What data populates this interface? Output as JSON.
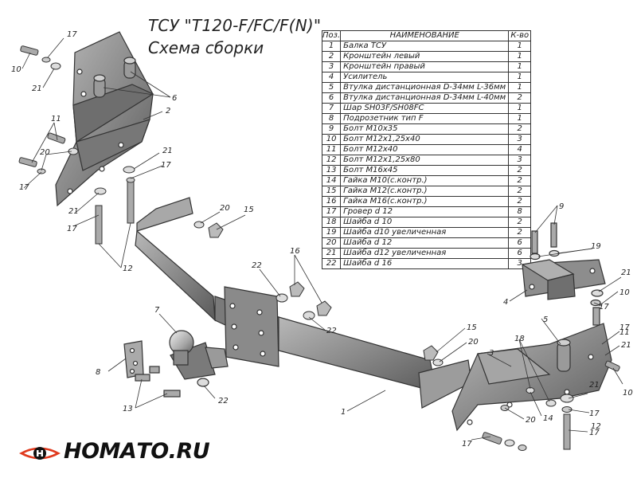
{
  "title": "ТСУ \"T120-F/FC/F(N)\"",
  "subtitle": "Схема сборки",
  "table": {
    "headers": {
      "pos": "Поз.",
      "name": "НАИМЕНОВАНИЕ",
      "qty": "К-во"
    },
    "rows": [
      {
        "pos": "1",
        "name": "Балка ТСУ",
        "qty": "1"
      },
      {
        "pos": "2",
        "name": "Кронштейн левый",
        "qty": "1"
      },
      {
        "pos": "3",
        "name": "Кронштейн правый",
        "qty": "1"
      },
      {
        "pos": "4",
        "name": "Усилитель",
        "qty": "1"
      },
      {
        "pos": "5",
        "name": "Втулка дистанционная D-34мм L-36мм",
        "qty": "1"
      },
      {
        "pos": "6",
        "name": "Втулка дистанционная D-34мм L-40мм",
        "qty": "2"
      },
      {
        "pos": "7",
        "name": "Шар SH03F/SH08FC",
        "qty": "1"
      },
      {
        "pos": "8",
        "name": "Подрозетник тип F",
        "qty": "1"
      },
      {
        "pos": "9",
        "name": "Болт М10х35",
        "qty": "2"
      },
      {
        "pos": "10",
        "name": "Болт М12х1,25х40",
        "qty": "3"
      },
      {
        "pos": "11",
        "name": "Болт М12х40",
        "qty": "4"
      },
      {
        "pos": "12",
        "name": "Болт М12х1,25х80",
        "qty": "3"
      },
      {
        "pos": "13",
        "name": "Болт М16х45",
        "qty": "2"
      },
      {
        "pos": "14",
        "name": "Гайка М10(с.контр.)",
        "qty": "2"
      },
      {
        "pos": "15",
        "name": "Гайка М12(с.контр.)",
        "qty": "2"
      },
      {
        "pos": "16",
        "name": "Гайка М16(с.контр.)",
        "qty": "2"
      },
      {
        "pos": "17",
        "name": "Гровер d 12",
        "qty": "8"
      },
      {
        "pos": "18",
        "name": "Шайба d 10",
        "qty": "2"
      },
      {
        "pos": "19",
        "name": "Шайба d10 увеличенная",
        "qty": "2"
      },
      {
        "pos": "20",
        "name": "Шайба d 12",
        "qty": "6"
      },
      {
        "pos": "21",
        "name": "Шайба d12 увеличенная",
        "qty": "6"
      },
      {
        "pos": "22",
        "name": "Шайба d 16",
        "qty": "3"
      }
    ]
  },
  "callouts": [
    "17",
    "10",
    "21",
    "6",
    "2",
    "11",
    "20",
    "17",
    "21",
    "17",
    "21",
    "17",
    "12",
    "20",
    "15",
    "22",
    "16",
    "22",
    "9",
    "19",
    "4",
    "21",
    "10",
    "17",
    "7",
    "8",
    "13",
    "22",
    "1",
    "15",
    "20",
    "3",
    "18",
    "5",
    "14",
    "20",
    "17",
    "21",
    "17",
    "12",
    "11",
    "17",
    "21",
    "10",
    "17"
  ],
  "logo": {
    "text": "НОМАТО.RU",
    "accent": "#e03a1e"
  },
  "colors": {
    "metal": "#8e8e8e",
    "metal_dark": "#4f4f4f",
    "metal_light": "#c9c9c9",
    "line": "#333333"
  }
}
